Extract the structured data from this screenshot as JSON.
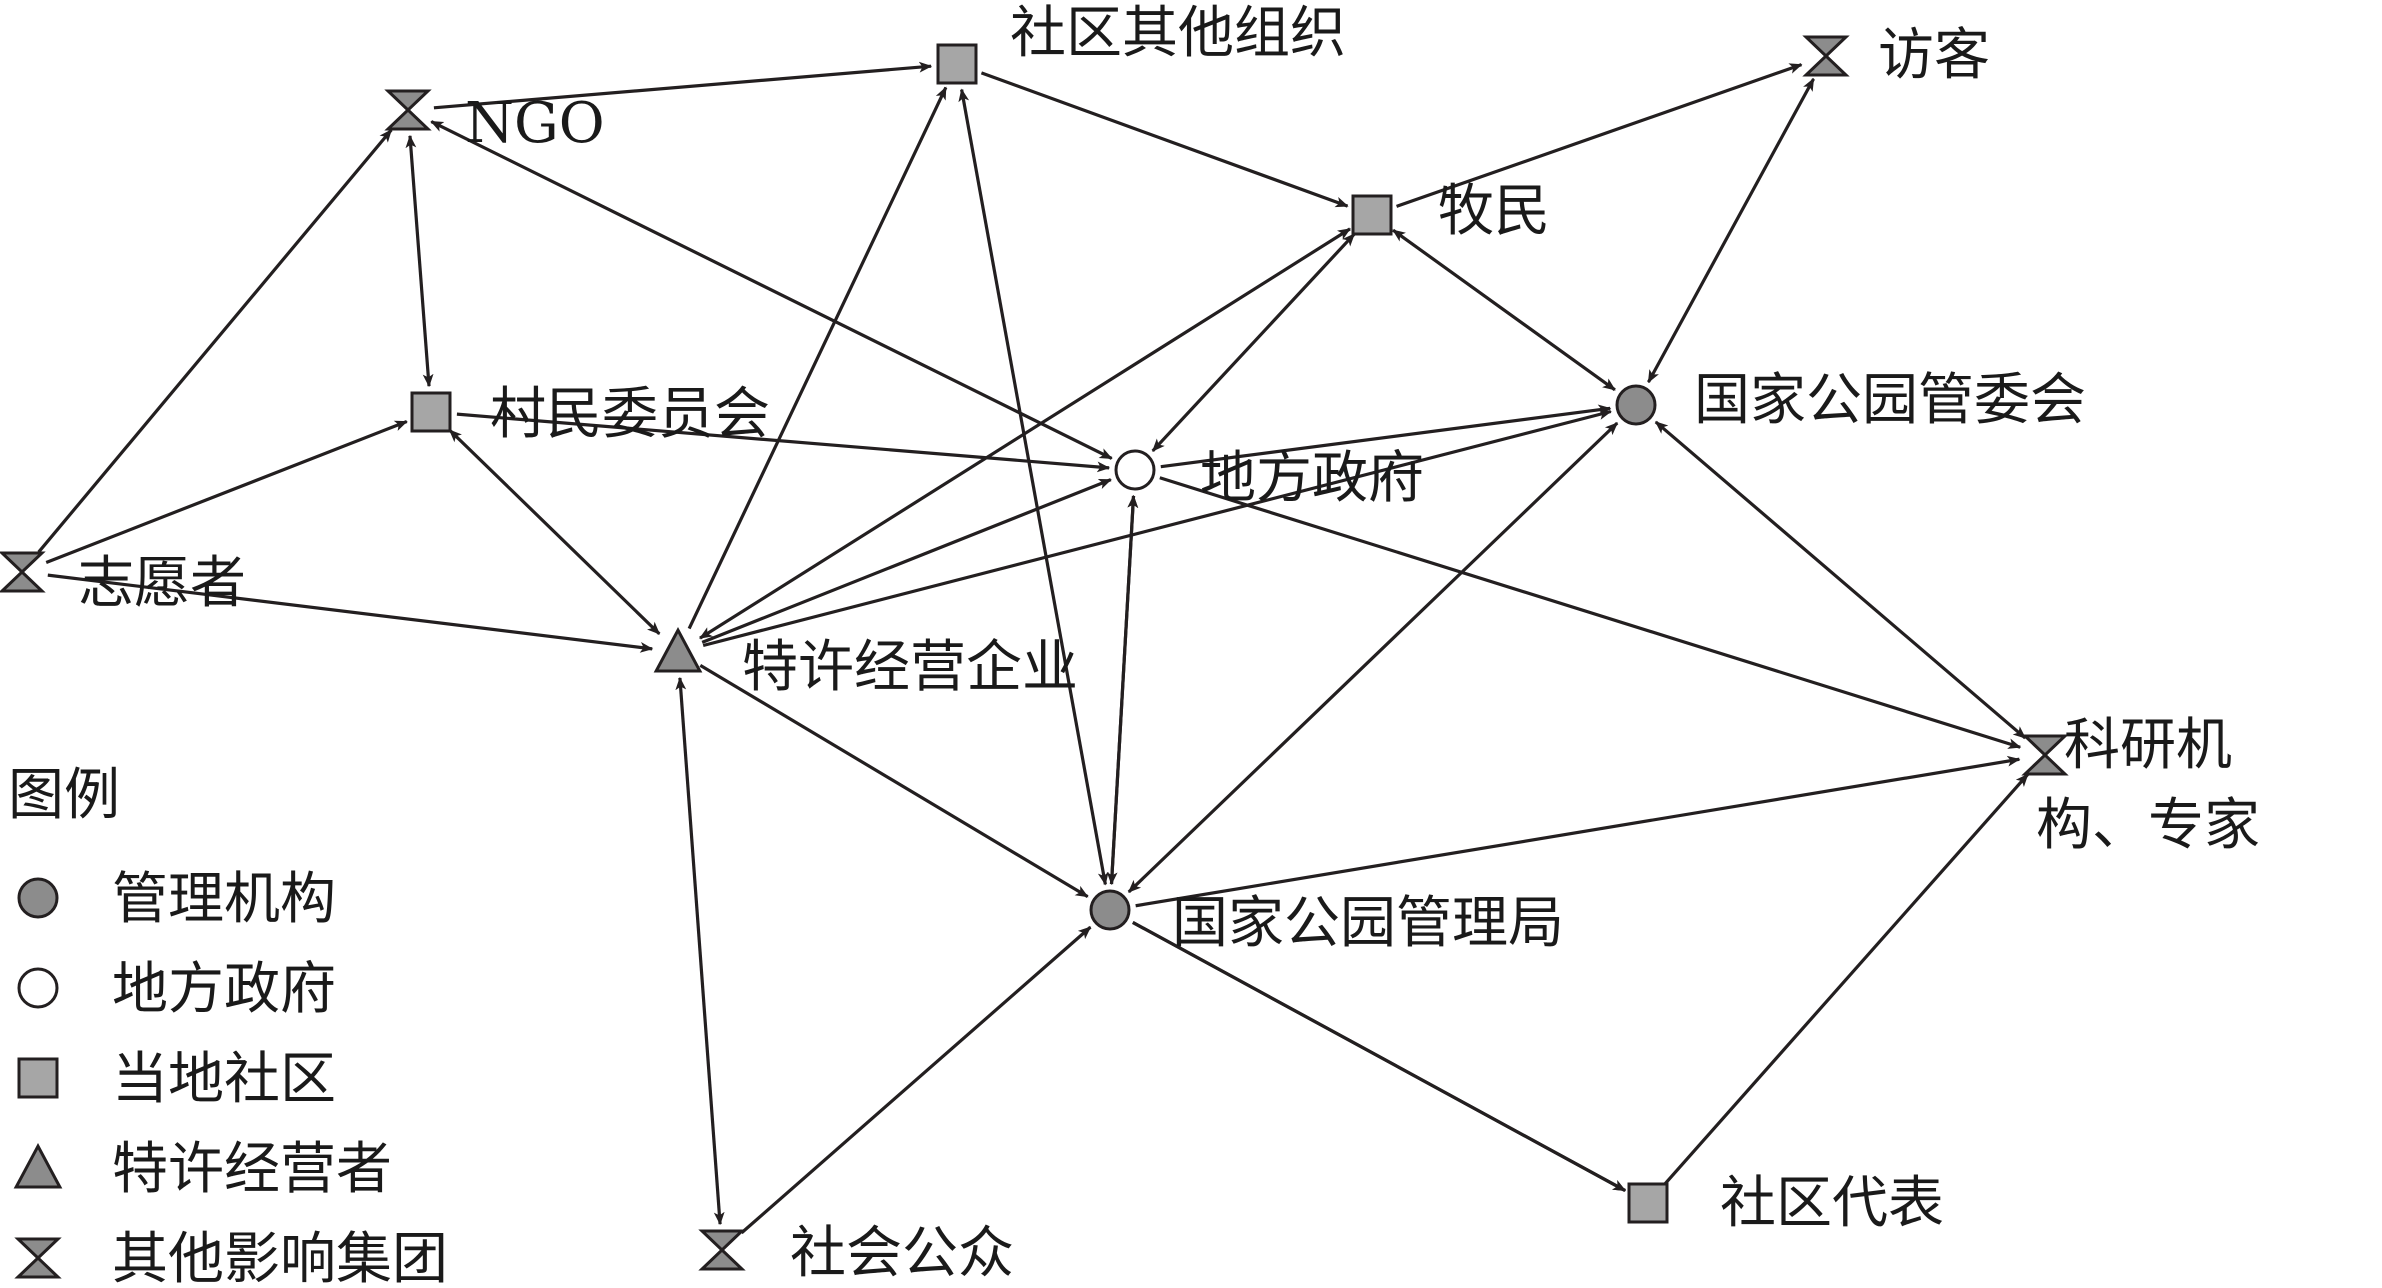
{
  "colors": {
    "line": "#231f20",
    "management_fill": "#8c8c8c",
    "government_fill": "#ffffff",
    "community_fill": "#a6a6a6",
    "concession_fill": "#8c8c8c",
    "other_fill": "#8c8c8c"
  },
  "nodes": [
    {
      "id": "ngo",
      "label": "NGO",
      "type": "other"
    },
    {
      "id": "community_org",
      "label": "社区其他组织",
      "type": "community"
    },
    {
      "id": "visitor",
      "label": "访客",
      "type": "other"
    },
    {
      "id": "herder",
      "label": "牧民",
      "type": "community"
    },
    {
      "id": "village_committee",
      "label": "村民委员会",
      "type": "community"
    },
    {
      "id": "park_committee",
      "label": "国家公园管委会",
      "type": "management"
    },
    {
      "id": "local_gov",
      "label": "地方政府",
      "type": "government"
    },
    {
      "id": "volunteer",
      "label": "志愿者",
      "type": "other"
    },
    {
      "id": "concession",
      "label": "特许经营企业",
      "type": "concession"
    },
    {
      "id": "research",
      "label": "科研机构、专家",
      "label_lines": [
        "科研机",
        "构、专家"
      ],
      "type": "other"
    },
    {
      "id": "park_bureau",
      "label": "国家公园管理局",
      "type": "management"
    },
    {
      "id": "community_rep",
      "label": "社区代表",
      "type": "community"
    },
    {
      "id": "public",
      "label": "社会公众",
      "type": "other"
    }
  ],
  "edges": [
    {
      "from": "ngo",
      "to": "community_org"
    },
    {
      "from": "volunteer",
      "to": "ngo"
    },
    {
      "from": "ngo",
      "to": "village_committee",
      "bidirectional": true
    },
    {
      "from": "ngo",
      "to": "local_gov",
      "bidirectional": true
    },
    {
      "from": "volunteer",
      "to": "village_committee"
    },
    {
      "from": "volunteer",
      "to": "concession"
    },
    {
      "from": "concession",
      "to": "community_org"
    },
    {
      "from": "community_org",
      "to": "park_bureau",
      "bidirectional": true
    },
    {
      "from": "community_org",
      "to": "herder"
    },
    {
      "from": "herder",
      "to": "visitor"
    },
    {
      "from": "herder",
      "to": "concession",
      "bidirectional": true
    },
    {
      "from": "herder",
      "to": "local_gov",
      "bidirectional": true
    },
    {
      "from": "herder",
      "to": "park_committee",
      "bidirectional": true
    },
    {
      "from": "visitor",
      "to": "park_committee",
      "bidirectional": true
    },
    {
      "from": "village_committee",
      "to": "local_gov"
    },
    {
      "from": "village_committee",
      "to": "concession",
      "bidirectional": true
    },
    {
      "from": "local_gov",
      "to": "park_committee"
    },
    {
      "from": "concession",
      "to": "local_gov"
    },
    {
      "from": "concession",
      "to": "park_committee"
    },
    {
      "from": "local_gov",
      "to": "park_bureau",
      "bidirectional": true
    },
    {
      "from": "local_gov",
      "to": "research"
    },
    {
      "from": "concession",
      "to": "park_bureau"
    },
    {
      "from": "park_bureau",
      "to": "park_committee",
      "bidirectional": true
    },
    {
      "from": "park_committee",
      "to": "research",
      "bidirectional": true
    },
    {
      "from": "park_bureau",
      "to": "research"
    },
    {
      "from": "park_bureau",
      "to": "community_rep"
    },
    {
      "from": "park_bureau",
      "to": "local_gov"
    },
    {
      "from": "park_bureau",
      "to": "community_rep"
    },
    {
      "from": "community_rep",
      "to": "research"
    },
    {
      "from": "public",
      "to": "park_bureau"
    },
    {
      "from": "public",
      "to": "concession",
      "bidirectional": true
    }
  ],
  "legend": {
    "title": "图例",
    "items": [
      {
        "label": "管理机构",
        "type": "management"
      },
      {
        "label": "地方政府",
        "type": "government"
      },
      {
        "label": "当地社区",
        "type": "community"
      },
      {
        "label": "特许经营者",
        "type": "concession"
      },
      {
        "label": "其他影响集团",
        "type": "other"
      }
    ]
  }
}
